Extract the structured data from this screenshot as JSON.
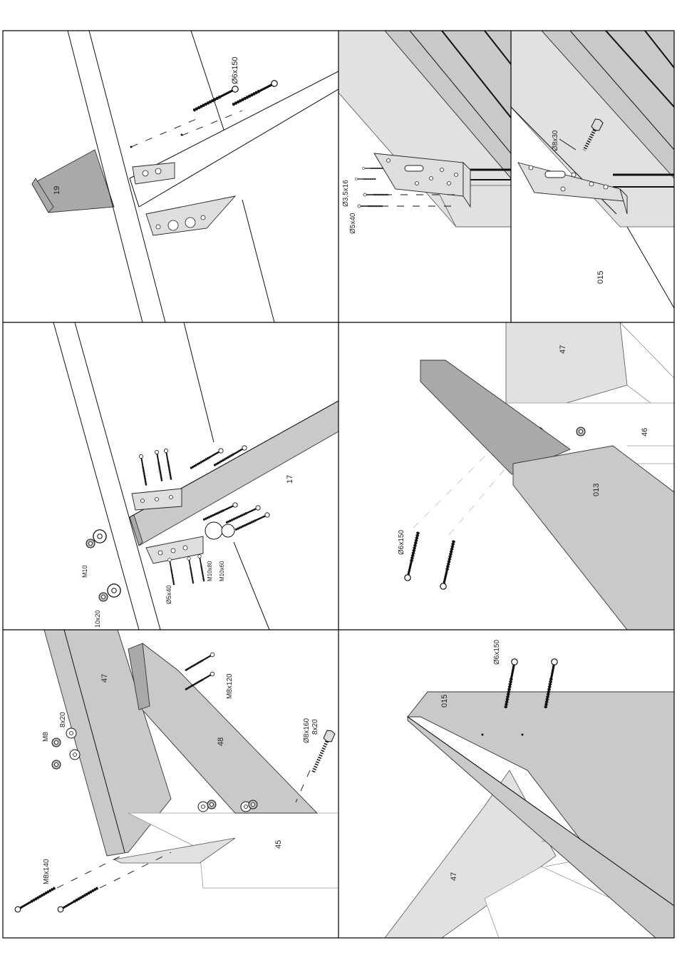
{
  "panels": [
    {
      "id": "p1",
      "labels": {
        "beam": "19",
        "screw": "Ø6x150"
      }
    },
    {
      "id": "p2",
      "labels": {
        "small_screw": "Ø3,5x16",
        "screw": "Ø5x40"
      }
    },
    {
      "id": "p3",
      "labels": {
        "bolt": "Ø8x30",
        "beam": "015"
      }
    },
    {
      "id": "p4",
      "labels": {
        "beam": "17",
        "nut": "M10",
        "washer": "10x20",
        "screw": "Ø5x40",
        "bolt_a": "M10x80",
        "bolt_b": "M10x60"
      }
    },
    {
      "id": "p5",
      "labels": {
        "beam_top": "47",
        "beam_side": "46",
        "beam_front": "013",
        "screw": "Ø6x150"
      }
    },
    {
      "id": "p6",
      "labels": {
        "beam_upright": "47",
        "beam_diag": "48",
        "beam_base": "45",
        "nut": "M8",
        "washer": "8x20",
        "bolt_top": "M8x120",
        "bolt_bottom": "M8x140",
        "lag": "Ø8x160",
        "lag_washer": "8x20"
      }
    },
    {
      "id": "p7",
      "labels": {
        "beam": "015",
        "beam_lower": "47",
        "screw": "Ø6x150"
      }
    }
  ],
  "colors": {
    "timber": "#c9c9c9",
    "timber_dark": "#a9a9a9",
    "timber_light": "#e1e1e1",
    "plate": "#dedede",
    "line": "#111111"
  }
}
